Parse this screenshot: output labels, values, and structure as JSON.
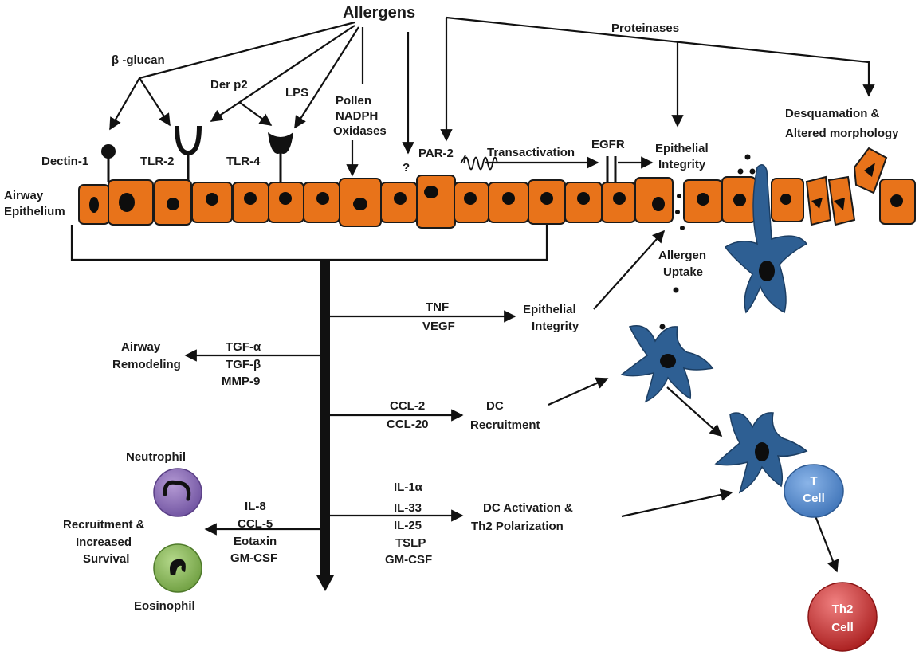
{
  "title": "Allergens",
  "sources": {
    "beta_glucan": "β -glucan",
    "der_p2": "Der p2",
    "lps": "LPS",
    "pollen": [
      "Pollen",
      "NADPH",
      "Oxidases"
    ],
    "unknown": "?",
    "proteinases": "Proteinases"
  },
  "receptors": {
    "dectin1": "Dectin-1",
    "tlr2": "TLR-2",
    "tlr4": "TLR-4",
    "par2": "PAR-2",
    "egfr": "EGFR"
  },
  "epithelium": {
    "label": [
      "Airway",
      "Epithelium"
    ],
    "transactivation": "Transactivation",
    "integrity": [
      "Epithelial",
      "Integrity"
    ],
    "desquamation": [
      "Desquamation &",
      "Altered morphology"
    ],
    "allergen_uptake": [
      "Allergen",
      "Uptake"
    ]
  },
  "outputs": {
    "tnf_vegf": {
      "mediators": [
        "TNF",
        "VEGF"
      ],
      "effect": [
        "Epithelial",
        "Integrity"
      ]
    },
    "remodeling": {
      "mediators": [
        "TGF-α",
        "TGF-β",
        "MMP-9"
      ],
      "effect": [
        "Airway",
        "Remodeling"
      ]
    },
    "dc_recruitment": {
      "mediators": [
        "CCL-2",
        "CCL-20"
      ],
      "effect": [
        "DC",
        "Recruitment"
      ]
    },
    "dc_activation": {
      "mediators": [
        "IL-1α",
        "IL-33",
        "IL-25",
        "TSLP",
        "GM-CSF"
      ],
      "effect": [
        "DC Activation &",
        "Th2 Polarization"
      ]
    },
    "granulocytes": {
      "mediators": [
        "IL-8",
        "CCL-5",
        "Eotaxin",
        "GM-CSF"
      ],
      "effect": [
        "Recruitment &",
        "Increased",
        "Survival"
      ]
    }
  },
  "cells": {
    "neutrophil": "Neutrophil",
    "eosinophil": "Eosinophil",
    "t_cell": [
      "T",
      "Cell"
    ],
    "th2_cell": [
      "Th2",
      "Cell"
    ]
  },
  "colors": {
    "epithelial_cell": "#e8731a",
    "dendritic_cell": "#2e5f93",
    "neutrophil": "#8a6bb0",
    "eosinophil": "#8ab85a",
    "t_cell": "#5b8fd0",
    "th2_cell": "#c8282a"
  }
}
